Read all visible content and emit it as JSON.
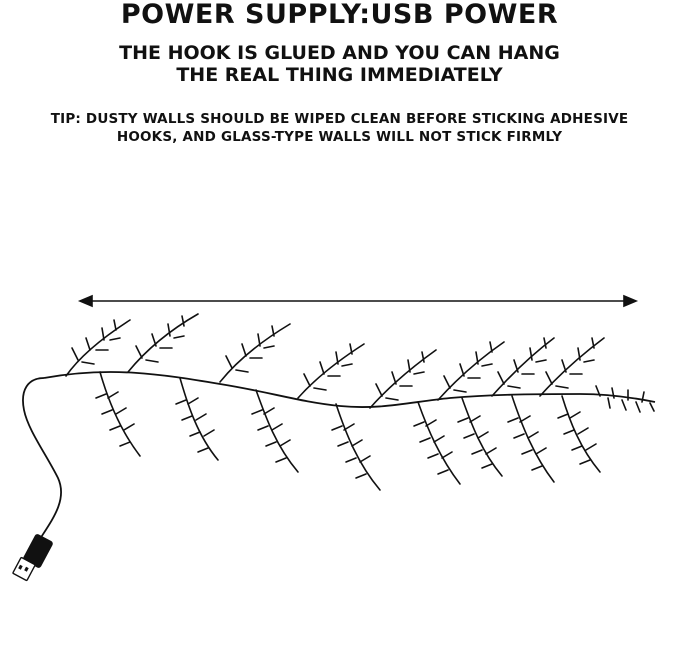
{
  "header": {
    "title": "POWER SUPPLY:USB POWER",
    "subtitle_line1": "THE HOOK IS GLUED AND YOU CAN HANG",
    "subtitle_line2": "THE REAL THING IMMEDIATELY",
    "tip_line1": "TIP: DUSTY WALLS SHOULD BE WIPED CLEAN BEFORE STICKING ADHESIVE",
    "tip_line2": "HOOKS, AND GLASS-TYPE WALLS WILL NOT STICK FIRMLY"
  },
  "illustration": {
    "icons": [
      "length-arrow-icon",
      "vine-branch-icon",
      "usb-plug-icon"
    ],
    "line_color": "#111111"
  }
}
